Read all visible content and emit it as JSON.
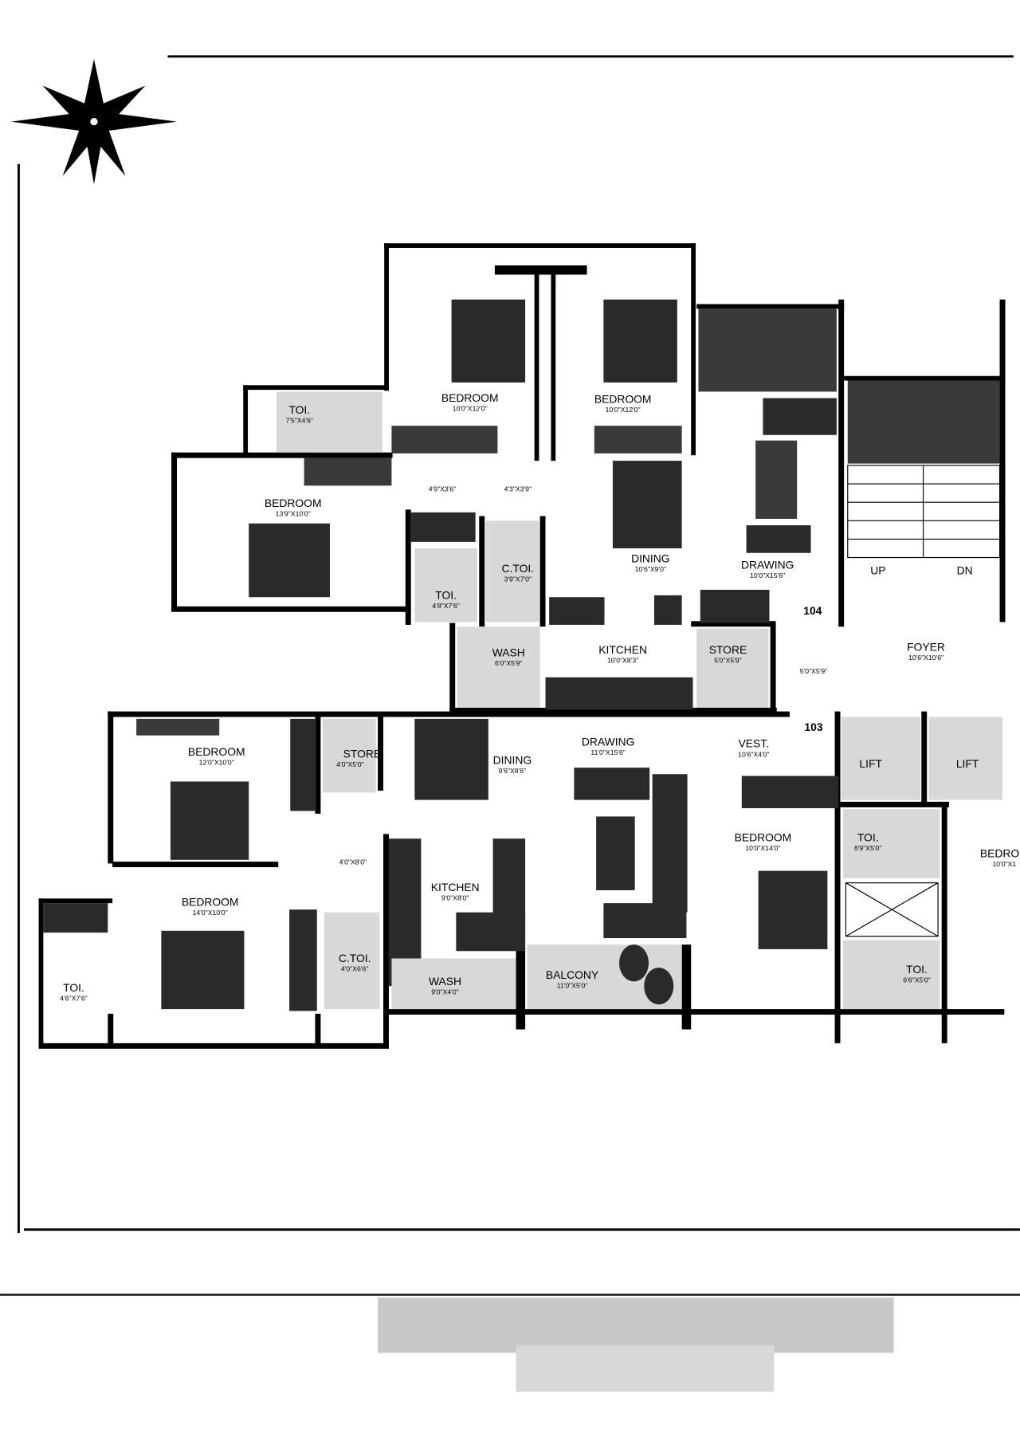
{
  "logo": {
    "icon": "leaf-star-logo-icon"
  },
  "upper_unit": {
    "number": "104",
    "rooms": [
      {
        "name": "TOI.",
        "size": "7'5\"X4'6\""
      },
      {
        "name": "BEDROOM",
        "size": "10'0\"X12'0\""
      },
      {
        "name": "BEDROOM",
        "size": "10'0\"X12'0\""
      },
      {
        "name": "BEDROOM",
        "size": "13'9\"X10'0\""
      },
      {
        "name": "",
        "size": "4'9\"X3'6\""
      },
      {
        "name": "",
        "size": "4'3\"X3'9\""
      },
      {
        "name": "DINING",
        "size": "10'6\"X9'0\""
      },
      {
        "name": "DRAWING",
        "size": "10'0\"X15'6\""
      },
      {
        "name": "C.TOI.",
        "size": "3'9\"X7'0\""
      },
      {
        "name": "TOI.",
        "size": "4'8\"X7'6\""
      },
      {
        "name": "WASH",
        "size": "6'0\"X5'9\""
      },
      {
        "name": "KITCHEN",
        "size": "10'0\"X8'3\""
      },
      {
        "name": "STORE",
        "size": "5'0\"X5'9\""
      }
    ]
  },
  "common": {
    "vest_size": "5'0\"X5'9\"",
    "foyer": {
      "name": "FOYER",
      "size": "10'6\"X10'6\""
    },
    "stairs_up": "UP",
    "stairs_down": "DN",
    "lifts": [
      "LIFT",
      "LIFT"
    ]
  },
  "lower_unit": {
    "number": "103",
    "rooms": [
      {
        "name": "BEDROOM",
        "size": "12'0\"X10'0\""
      },
      {
        "name": "STORE",
        "size": "4'0\"X5'0\""
      },
      {
        "name": "DINING",
        "size": "9'6\"X8'6\""
      },
      {
        "name": "DRAWING",
        "size": "11'0\"X15'6\""
      },
      {
        "name": "VEST.",
        "size": "10'6\"X4'0\""
      },
      {
        "name": "BEDROOM",
        "size": "10'0\"X14'0\""
      },
      {
        "name": "TOI.",
        "size": "6'9\"X5'0\""
      },
      {
        "name": "BEDRO",
        "size": "10'0\"X1"
      },
      {
        "name": "",
        "size": "4'0\"X8'0\""
      },
      {
        "name": "KITCHEN",
        "size": "9'0\"X8'0\""
      },
      {
        "name": "BEDROOM",
        "size": "14'0\"X10'0\""
      },
      {
        "name": "C.TOI.",
        "size": "4'0\"X6'6\""
      },
      {
        "name": "TOI.",
        "size": "6'6\"X5'0\""
      },
      {
        "name": "WASH",
        "size": "9'0\"X4'0\""
      },
      {
        "name": "BALCONY",
        "size": "11'0\"X5'0\""
      },
      {
        "name": "TOI.",
        "size": "4'6\"X7'6\""
      }
    ]
  }
}
